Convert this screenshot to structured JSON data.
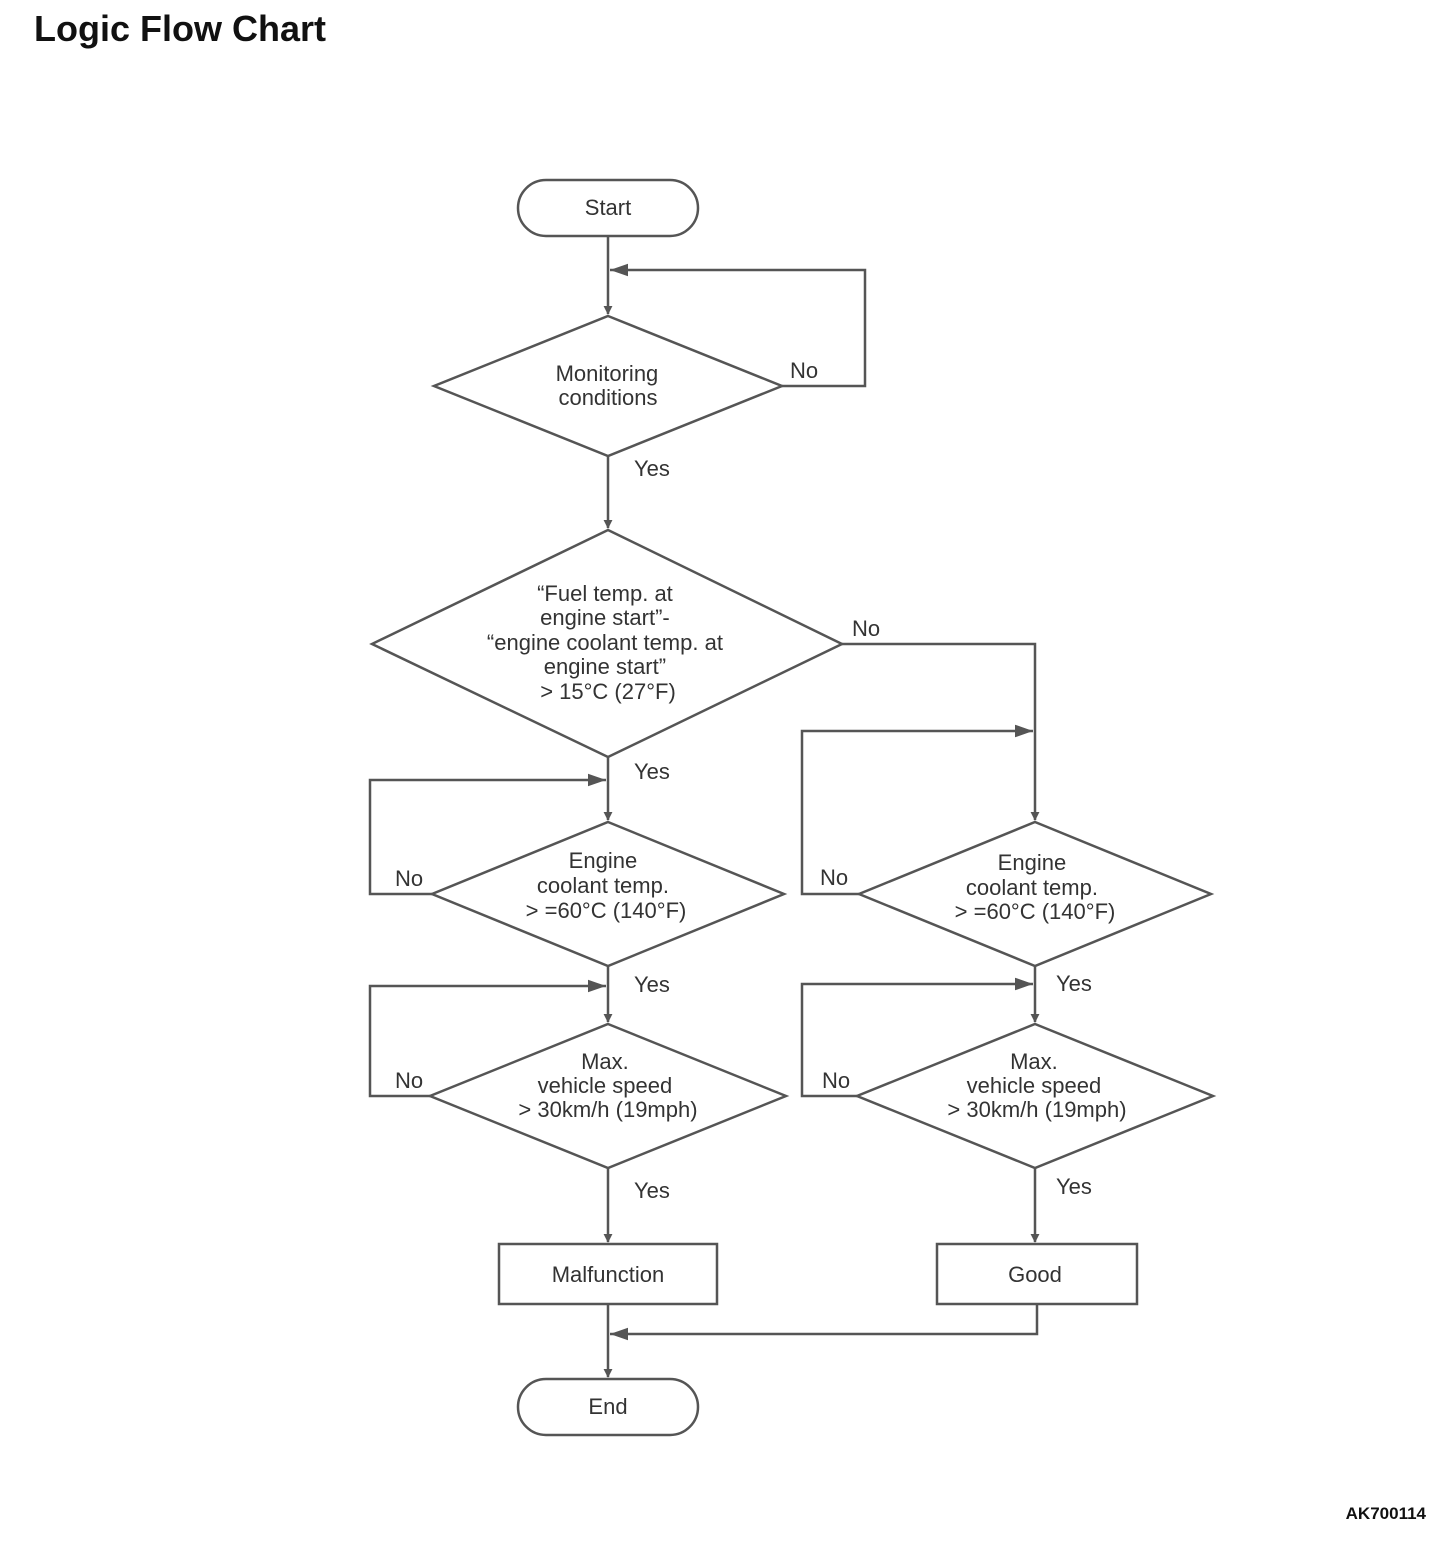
{
  "page": {
    "title": "Logic Flow Chart",
    "figure_id": "AK700114"
  },
  "nodes": {
    "start": "Start",
    "monitoring": [
      "Monitoring",
      "conditions"
    ],
    "fuel_temp": [
      "“Fuel temp. at",
      "engine start”-",
      "“engine coolant temp. at",
      "engine start”",
      "> 15°C (27°F)"
    ],
    "coolant_left": [
      "Engine",
      "coolant temp.",
      "> =60°C (140°F)"
    ],
    "speed_left": [
      "Max.",
      "vehicle speed",
      "> 30km/h (19mph)"
    ],
    "coolant_right": [
      "Engine",
      "coolant temp.",
      "> =60°C (140°F)"
    ],
    "speed_right": [
      "Max.",
      "vehicle speed",
      "> 30km/h (19mph)"
    ],
    "malfunction": "Malfunction",
    "good": "Good",
    "end": "End"
  },
  "labels": {
    "monitoring_no": "No",
    "monitoring_yes": "Yes",
    "fuel_no": "No",
    "fuel_yes": "Yes",
    "coolant_left_no": "No",
    "coolant_left_yes": "Yes",
    "speed_left_no": "No",
    "speed_left_yes": "Yes",
    "coolant_right_no": "No",
    "coolant_right_yes": "Yes",
    "speed_right_no": "No",
    "speed_right_yes": "Yes"
  }
}
